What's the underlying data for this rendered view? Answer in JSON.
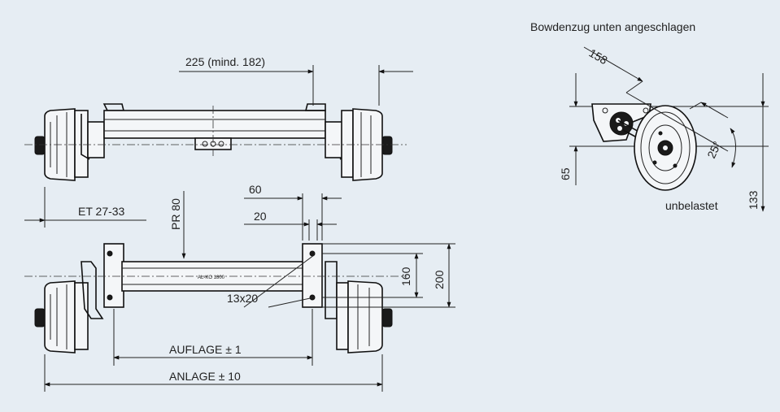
{
  "labels": {
    "bowden": "Bowdenzug unten angeschlagen",
    "angle_len": "158",
    "dim_65": "65",
    "angle": "25°",
    "dim_133": "133",
    "unbelastet": "unbelastet",
    "dim_225": "225 (mind. 182)",
    "et": "ET  27-33",
    "pr": "PR 80",
    "dim_60": "60",
    "dim_20": "20",
    "dim_160": "160",
    "dim_200": "200",
    "bolts": "13x20",
    "auflage": "AUFLAGE ± 1",
    "anlage": "ANLAGE ± 10"
  }
}
